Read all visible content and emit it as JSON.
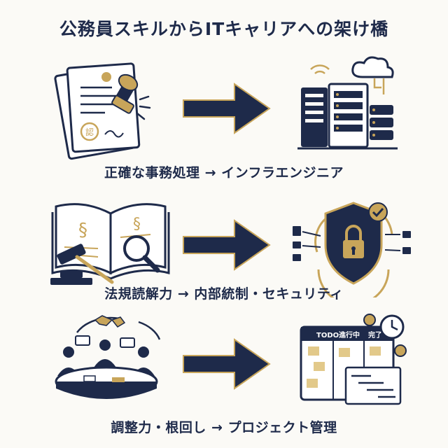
{
  "title": "公務員スキルからITキャリアへの架け橋",
  "rows": [
    {
      "caption": "正確な事務処理 → インフラエンジニア"
    },
    {
      "caption": "法規読解力 → 内部統制・セキュリティ"
    },
    {
      "caption": "調整力・根回し → プロジェクト管理"
    }
  ],
  "stamp_glyph": "認",
  "kanban": {
    "col1": "TODO",
    "col2": "進行中",
    "col3": "完了"
  },
  "colors": {
    "navy": "#1e2a4a",
    "gold": "#c8a55a",
    "paper": "#fbfaf6"
  }
}
